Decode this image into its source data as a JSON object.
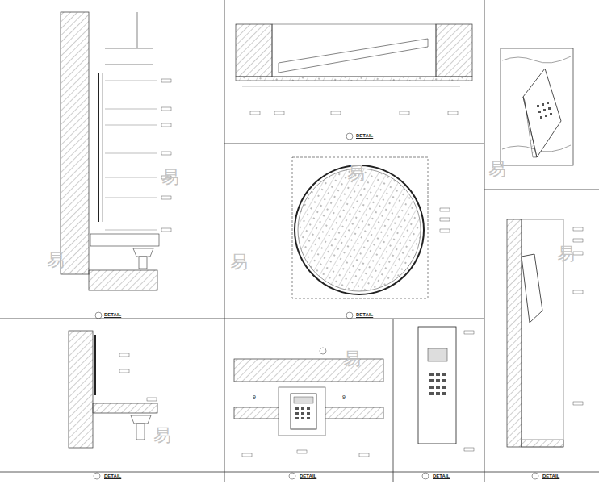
{
  "diagram": {
    "labels": [
      "DETAIL",
      "DETAIL",
      "DETAIL",
      "DETAIL",
      "DETAIL",
      "DETAIL",
      "DETAIL",
      "9",
      "9",
      "易",
      "易",
      "易",
      "易",
      "易",
      "易",
      "易",
      "易"
    ]
  }
}
